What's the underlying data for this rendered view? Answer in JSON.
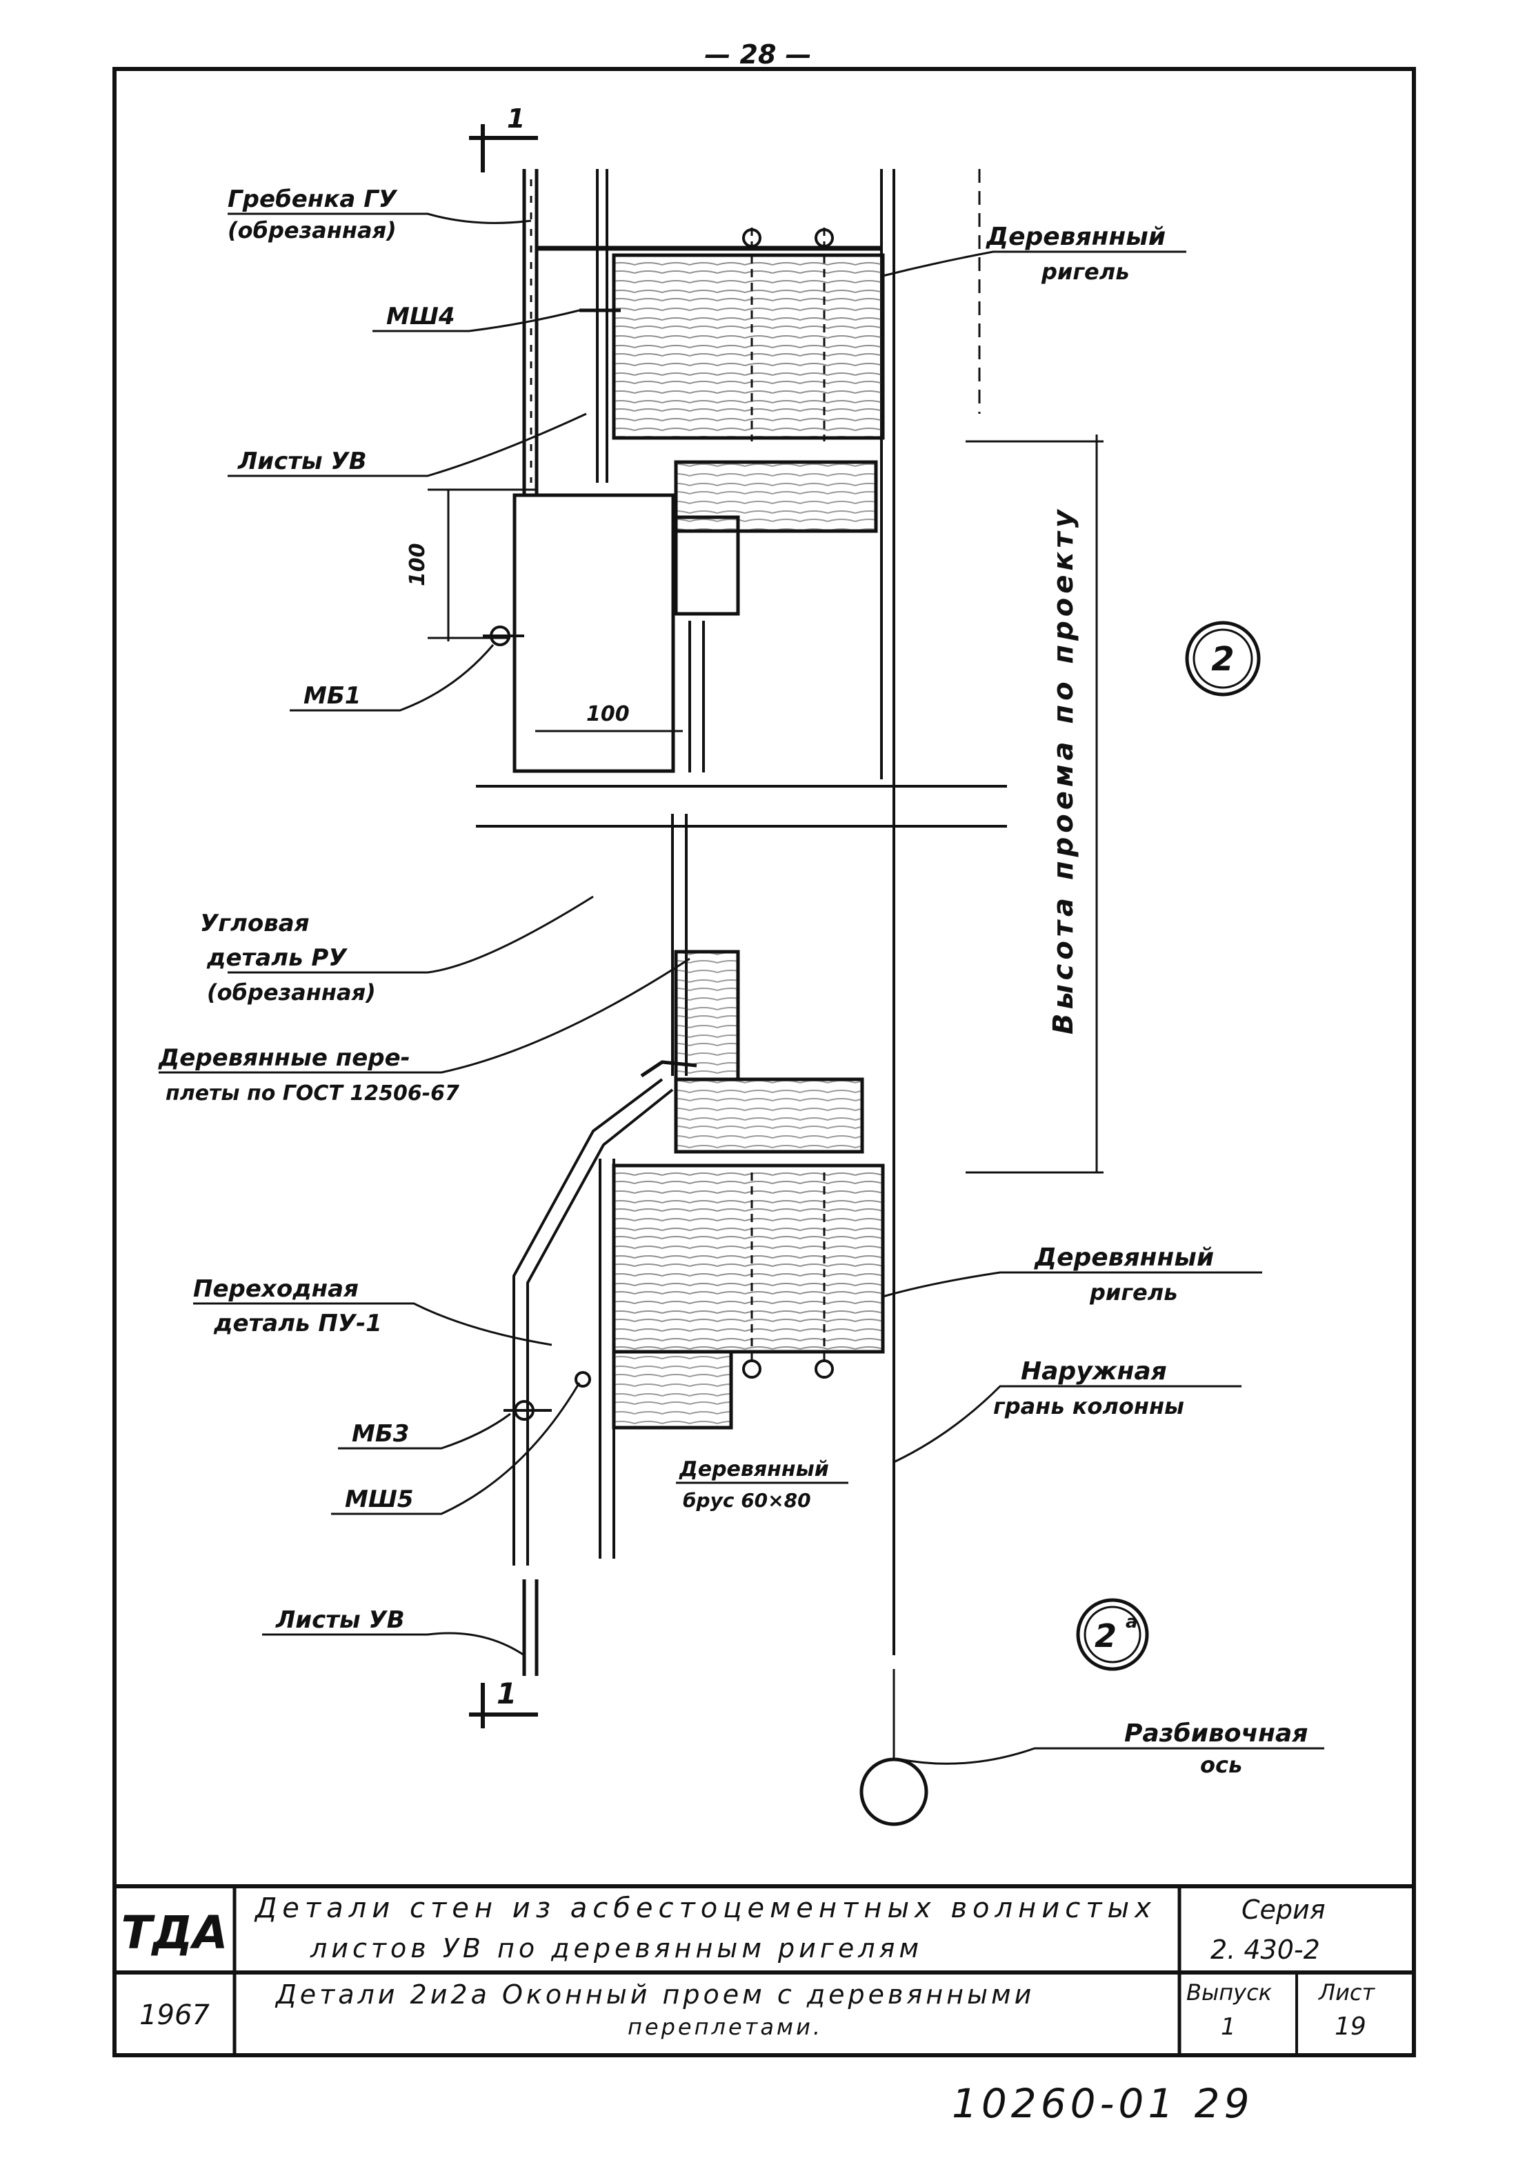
{
  "page_number": "— 28 —",
  "section_mark_top": "1",
  "section_mark_bottom": "1",
  "labels": {
    "grebenka_line1": "Гребенка ГУ",
    "grebenka_line2": "(обрезанная)",
    "msh4": "МШ4",
    "listy_uv_top": "Листы УВ",
    "dim_100_vertical": "100",
    "mb1": "МБ1",
    "dim_100_horizontal": "100",
    "uglovaya_line1": "Угловая",
    "uglovaya_line2": "деталь РУ",
    "uglovaya_line3": "(обрезанная)",
    "pereplety_line1": "Деревянные пере-",
    "pereplety_line2": "плеты по ГОСТ 12506-67",
    "perekhodnaya_line1": "Переходная",
    "perekhodnaya_line2": "деталь ПУ-1",
    "mb3": "МБ3",
    "msh5": "МШ5",
    "listy_uv_bottom": "Листы УВ",
    "rigel_top_line1": "Деревянный",
    "rigel_top_line2": "ригель",
    "vysota_proema": "Высота проема по проекту",
    "rigel_bottom_line1": "Деревянный",
    "rigel_bottom_line2": "ригель",
    "naruzhnaya_line1": "Наружная",
    "naruzhnaya_line2": "грань колонны",
    "brus_line1": "Деревянный",
    "brus_line2": "брус 60×80",
    "razbivochnaya_line1": "Разбивочная",
    "razbivochnaya_line2": "ось",
    "circle_2": "2",
    "circle_2a": "2",
    "circle_2a_sup": "а"
  },
  "title_block": {
    "org": "ТДА",
    "title_line1": "Детали стен из асбестоцементных волнистых",
    "title_line2": "листов УВ по деревянным ригелям",
    "series_label": "Серия",
    "series_value": "2. 430-2",
    "year": "1967",
    "subtitle_line1": "Детали 2и2а Оконный проем с деревянными",
    "subtitle_line2": "переплетами.",
    "issue_label": "Выпуск",
    "issue_value": "1",
    "sheet_label": "Лист",
    "sheet_value": "19"
  },
  "archive_number": "10260-01  29"
}
